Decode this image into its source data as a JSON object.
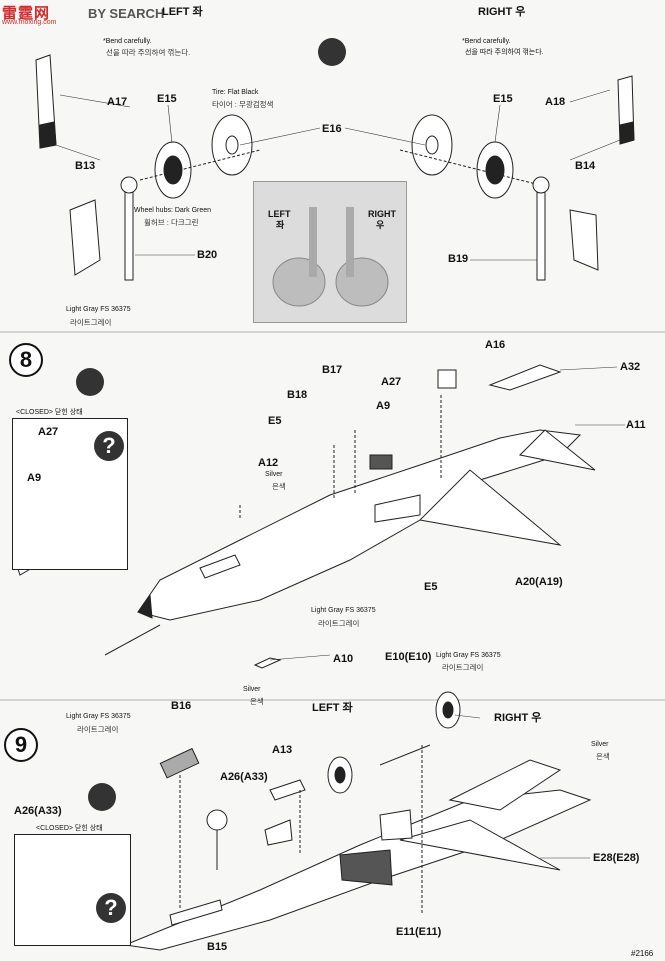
{
  "header": {
    "logo": "雷霆网",
    "logo_sub": "www.moxing.com",
    "search": "BY SEARCH",
    "left_label": "LEFT 좌",
    "right_label": "RIGHT 우"
  },
  "top": {
    "note_left_en": "*Bend carefully.",
    "note_left_ko": "선을 따라 주의하여 꺾는다.",
    "note_right_en": "*Bend carefully.",
    "note_right_ko": "선을 따라 주의하여 꺾는다.",
    "tire_en": "Tire: Flat Black",
    "tire_ko": "타이어 : 무광검정색",
    "wheel_en": "Wheel hubs: Dark Green",
    "wheel_ko": "휠허브 : 다크그린",
    "gray_en": "Light Gray FS 36375",
    "gray_ko": "라이트그레이",
    "photo_left": "LEFT",
    "photo_left_ko": "좌",
    "photo_right": "RIGHT",
    "photo_right_ko": "우",
    "parts": [
      "A17",
      "B13",
      "E15",
      "E16",
      "A18",
      "B14",
      "E15",
      "B20",
      "B19"
    ]
  },
  "step8": {
    "number": "8",
    "closed": "<CLOSED> 닫힌 상태",
    "silver_en": "Silver",
    "silver_ko": "은색",
    "gray_en": "Light Gray FS 36375",
    "gray_ko": "라이트그레이",
    "silver2_en": "Silver",
    "silver2_ko": "은색",
    "parts": [
      "A27",
      "A9",
      "A16",
      "B17",
      "A32",
      "A27",
      "B18",
      "A9",
      "E5",
      "A11",
      "A12",
      "E5",
      "A20(A19)",
      "A10"
    ]
  },
  "step9": {
    "number": "9",
    "closed": "<CLOSED> 닫힌 상태",
    "gray_en": "Light Gray FS 36375",
    "gray_ko": "라이트그레이",
    "gray2_en": "Light Gray FS 36375",
    "gray2_ko": "라이트그레이",
    "silver_en": "Silver",
    "silver_ko": "은색",
    "left": "LEFT 좌",
    "right": "RIGHT 우",
    "parts": [
      "B16",
      "E10(E10)",
      "A13",
      "A26(A33)",
      "A26(A33)",
      "E28(E28)",
      "B15",
      "E11(E11)"
    ]
  },
  "footer": {
    "code": "#2166"
  }
}
